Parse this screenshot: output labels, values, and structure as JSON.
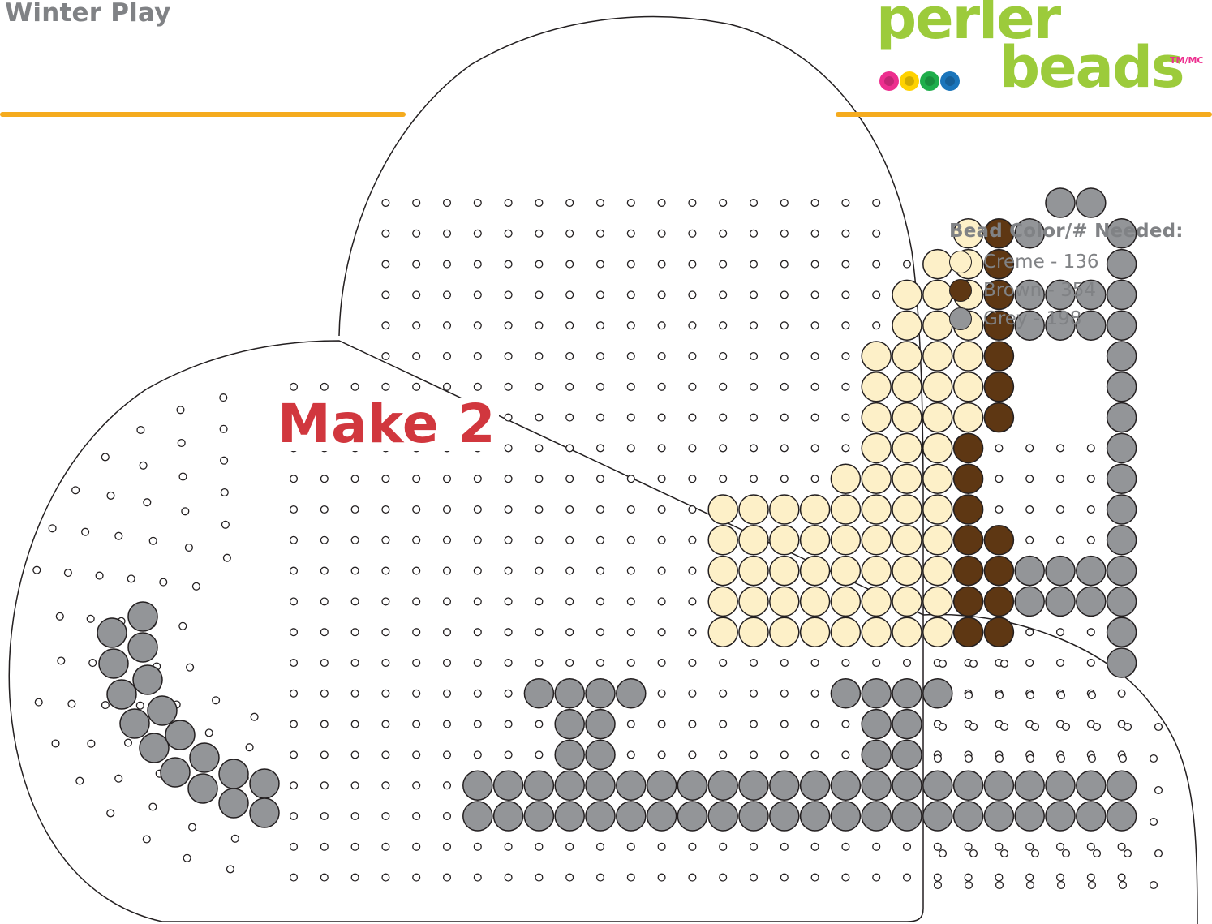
{
  "header": {
    "title": "Winter Play",
    "accent_color": "#f5ab1e"
  },
  "logo": {
    "word_top": "perler",
    "word_bottom": "beads",
    "trademark": "TM/MC",
    "text_color": "#9ccb3b",
    "dot_colors": [
      "#ed2f8f",
      "#ffd200",
      "#1fae4b",
      "#1b75bb"
    ]
  },
  "legend": {
    "title": "Bead Color/# Needed:",
    "items": [
      {
        "label": "Creme - 136",
        "color": "#fdf0c8"
      },
      {
        "label": "Brown - 354",
        "color": "#5e3713"
      },
      {
        "label": "Grey - 198",
        "color": "#939598"
      }
    ]
  },
  "note": {
    "text": "Make 2",
    "color": "#d1373e"
  },
  "pattern": {
    "board_shape": "heart-pegboard",
    "bead_colors": {
      "C": "#fdf0c8",
      "B": "#5e3713",
      "G": "#939598"
    },
    "rows": [
      {
        "row": 1,
        "runs": [
          {
            "color": "G",
            "from": 26,
            "to": 27
          }
        ]
      },
      {
        "row": 2,
        "runs": [
          {
            "color": "C",
            "from": 23,
            "to": 23
          },
          {
            "color": "B",
            "from": 24,
            "to": 24
          },
          {
            "color": "G",
            "from": 25,
            "to": 25
          },
          {
            "color": "G",
            "from": 28,
            "to": 28
          }
        ]
      },
      {
        "row": 3,
        "runs": [
          {
            "color": "C",
            "from": 22,
            "to": 23
          },
          {
            "color": "B",
            "from": 24,
            "to": 24
          },
          {
            "color": "G",
            "from": 28,
            "to": 28
          }
        ]
      },
      {
        "row": 4,
        "runs": [
          {
            "color": "C",
            "from": 21,
            "to": 23
          },
          {
            "color": "B",
            "from": 24,
            "to": 24
          },
          {
            "color": "G",
            "from": 25,
            "to": 28
          }
        ]
      },
      {
        "row": 5,
        "runs": [
          {
            "color": "C",
            "from": 21,
            "to": 23
          },
          {
            "color": "B",
            "from": 24,
            "to": 24
          },
          {
            "color": "G",
            "from": 25,
            "to": 28
          }
        ]
      },
      {
        "row": 6,
        "runs": [
          {
            "color": "C",
            "from": 20,
            "to": 23
          },
          {
            "color": "B",
            "from": 24,
            "to": 24
          },
          {
            "color": "G",
            "from": 28,
            "to": 28
          }
        ]
      },
      {
        "row": 7,
        "runs": [
          {
            "color": "C",
            "from": 20,
            "to": 23
          },
          {
            "color": "B",
            "from": 24,
            "to": 24
          },
          {
            "color": "G",
            "from": 28,
            "to": 28
          }
        ]
      },
      {
        "row": 8,
        "runs": [
          {
            "color": "C",
            "from": 20,
            "to": 23
          },
          {
            "color": "B",
            "from": 24,
            "to": 24
          },
          {
            "color": "G",
            "from": 28,
            "to": 28
          }
        ]
      },
      {
        "row": 9,
        "runs": [
          {
            "color": "C",
            "from": 20,
            "to": 22
          },
          {
            "color": "B",
            "from": 23,
            "to": 23
          },
          {
            "color": "G",
            "from": 28,
            "to": 28
          }
        ]
      },
      {
        "row": 10,
        "runs": [
          {
            "color": "C",
            "from": 19,
            "to": 22
          },
          {
            "color": "B",
            "from": 23,
            "to": 23
          },
          {
            "color": "G",
            "from": 28,
            "to": 28
          }
        ]
      },
      {
        "row": 11,
        "runs": [
          {
            "color": "C",
            "from": 15,
            "to": 22
          },
          {
            "color": "B",
            "from": 23,
            "to": 23
          },
          {
            "color": "G",
            "from": 28,
            "to": 28
          }
        ]
      },
      {
        "row": 12,
        "runs": [
          {
            "color": "C",
            "from": 15,
            "to": 22
          },
          {
            "color": "B",
            "from": 23,
            "to": 24
          },
          {
            "color": "G",
            "from": 28,
            "to": 28
          }
        ]
      },
      {
        "row": 13,
        "runs": [
          {
            "color": "C",
            "from": 15,
            "to": 22
          },
          {
            "color": "B",
            "from": 23,
            "to": 24
          },
          {
            "color": "G",
            "from": 25,
            "to": 28
          }
        ]
      },
      {
        "row": 14,
        "runs": [
          {
            "color": "C",
            "from": 15,
            "to": 22
          },
          {
            "color": "B",
            "from": 23,
            "to": 24
          },
          {
            "color": "G",
            "from": 25,
            "to": 28
          }
        ]
      },
      {
        "row": 15,
        "runs": [
          {
            "color": "C",
            "from": 15,
            "to": 22
          },
          {
            "color": "B",
            "from": 23,
            "to": 24
          },
          {
            "color": "G",
            "from": 28,
            "to": 28
          }
        ]
      },
      {
        "row": 16,
        "runs": [
          {
            "color": "G",
            "from": 28,
            "to": 28
          }
        ]
      },
      {
        "row": 17,
        "runs": [
          {
            "color": "G",
            "from": 9,
            "to": 12
          },
          {
            "color": "G",
            "from": 19,
            "to": 22
          }
        ]
      },
      {
        "row": 18,
        "runs": [
          {
            "color": "G",
            "from": 10,
            "to": 11
          },
          {
            "color": "G",
            "from": 20,
            "to": 21
          }
        ]
      },
      {
        "row": 19,
        "runs": [
          {
            "color": "G",
            "from": 10,
            "to": 11
          },
          {
            "color": "G",
            "from": 20,
            "to": 21
          }
        ]
      },
      {
        "row": 20,
        "runs": [
          {
            "color": "G",
            "from": 7,
            "to": 28
          }
        ]
      },
      {
        "row": 21,
        "runs": [
          {
            "color": "G",
            "from": 7,
            "to": 28
          }
        ]
      }
    ]
  }
}
